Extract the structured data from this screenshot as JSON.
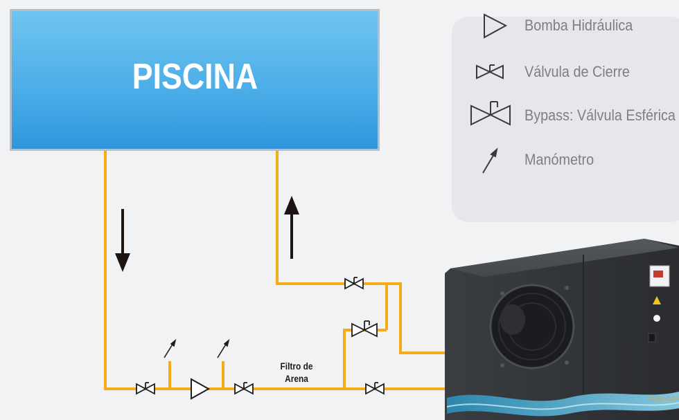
{
  "pool": {
    "title": "PISCINA"
  },
  "legend": {
    "pump": "Bomba Hidráulica",
    "shutoff_valve": "Válvula de Cierre",
    "bypass_valve": "Bypass: Válvula Esférica",
    "gauge": "Manómetro"
  },
  "filter": {
    "line1": "Filtro de",
    "line2": "Arena"
  },
  "heat_pump": {
    "brand": "POOLCONTR"
  },
  "colors": {
    "pipe": "#f5ac19",
    "pool_top": "#6fc5f0",
    "pool_bottom": "#2f96dc",
    "symbol": "#1e1e1e",
    "legend_symbol": "#3a3a3a"
  }
}
